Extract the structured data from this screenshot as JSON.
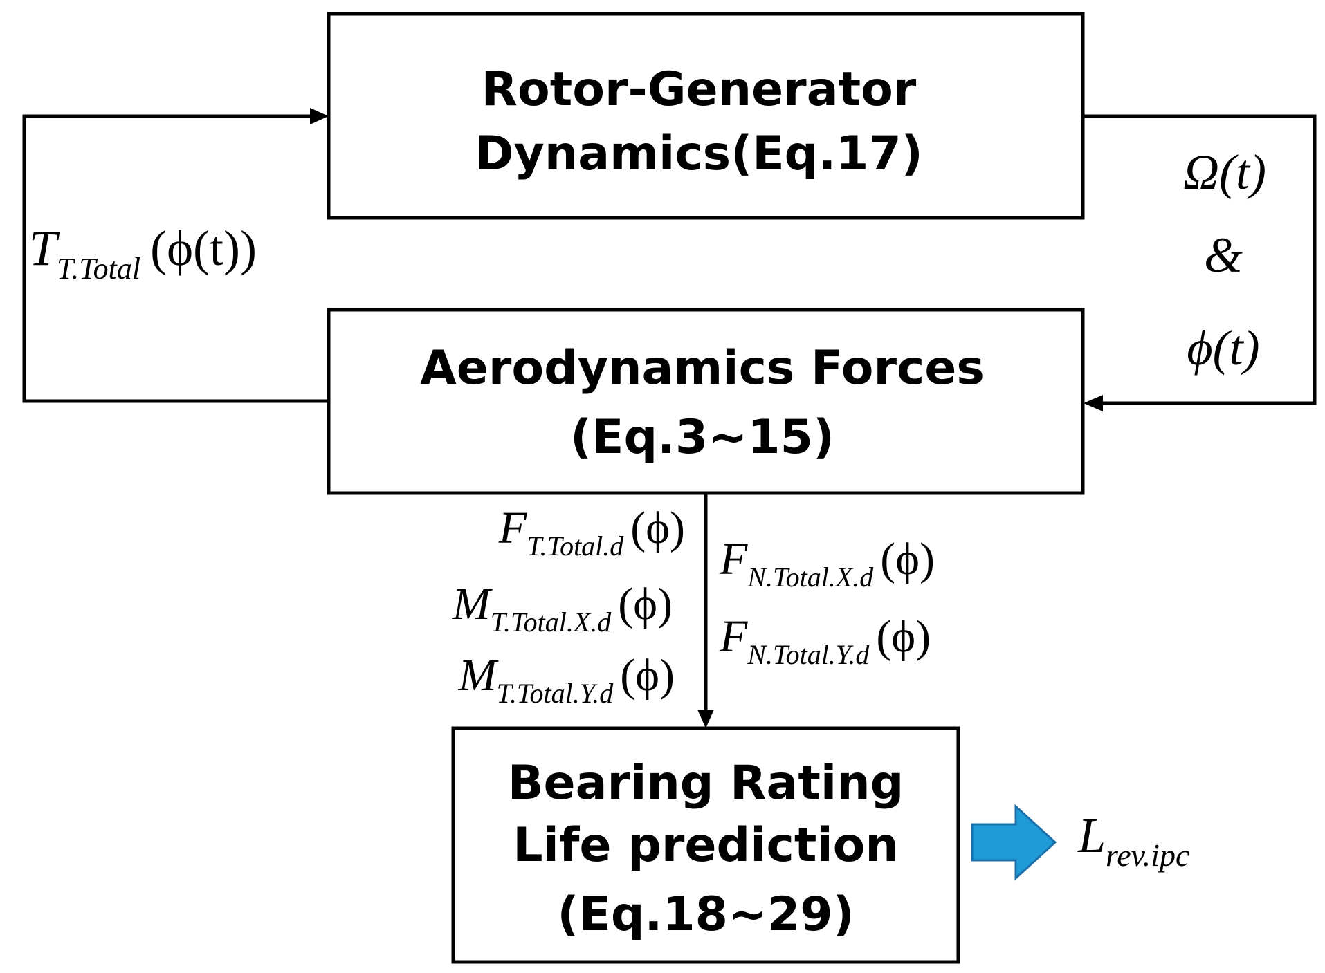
{
  "boxes": {
    "rotor": {
      "line1": "Rotor-Generator",
      "line2": "Dynamics(Eq.17)"
    },
    "aero": {
      "line1": "Aerodynamics Forces",
      "line2": "(Eq.3~15)"
    },
    "bearing": {
      "line1": "Bearing Rating",
      "line2": "Life prediction",
      "line3": "(Eq.18~29)"
    }
  },
  "labels": {
    "torque": {
      "main": "T",
      "sub": "T.Total",
      "arg": "(ϕ(t))"
    },
    "omega": "Ω(t)",
    "amp": "&",
    "phi": "ϕ(t)",
    "ft": {
      "main": "F",
      "sub": "T.Total.d",
      "arg": "(ϕ)"
    },
    "mtx": {
      "main": "M",
      "sub": "T.Total.X.d",
      "arg": "(ϕ)"
    },
    "mty": {
      "main": "M",
      "sub": "T.Total.Y.d",
      "arg": "(ϕ)"
    },
    "fnx": {
      "main": "F",
      "sub": "N.Total.X.d",
      "arg": "(ϕ)"
    },
    "fny": {
      "main": "F",
      "sub": "N.Total.Y.d",
      "arg": "(ϕ)"
    },
    "life": {
      "main": "L",
      "sub": "rev.ipc"
    }
  },
  "colors": {
    "output_arrow": "#1f9bd7"
  }
}
